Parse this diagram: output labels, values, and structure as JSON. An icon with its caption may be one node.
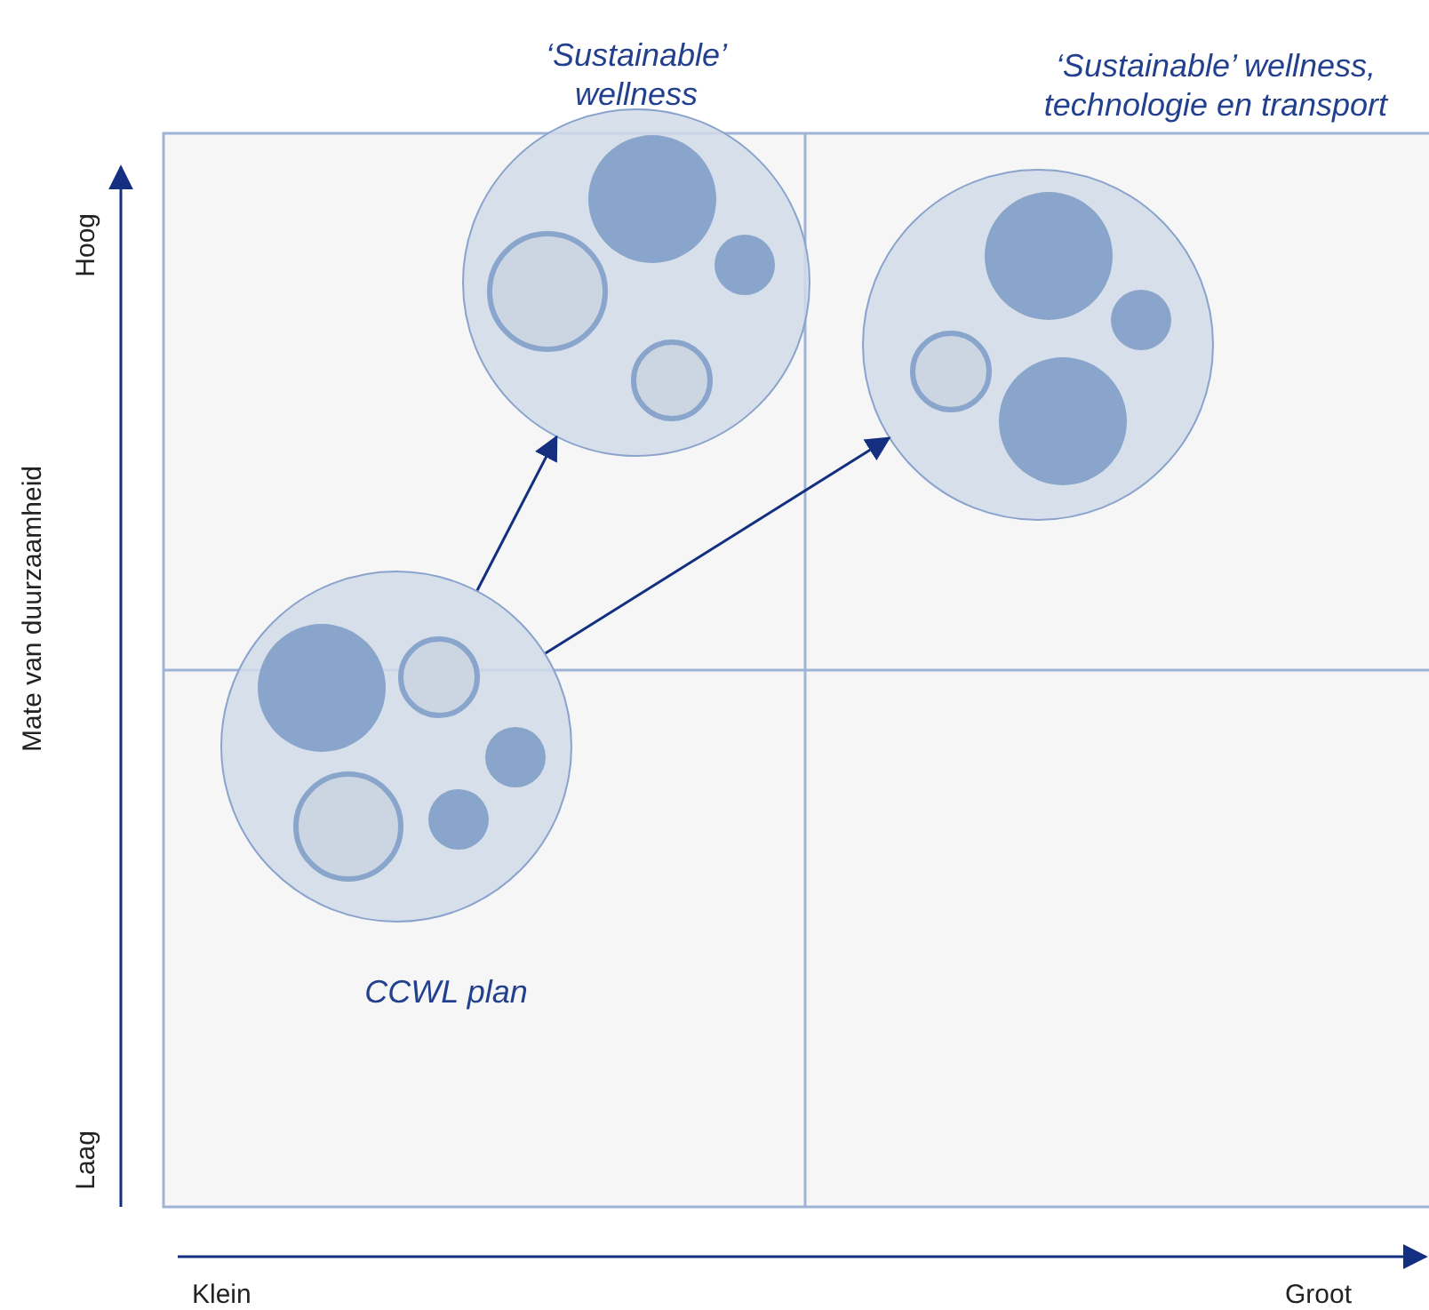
{
  "diagram": {
    "nodes": [
      {
        "text": [
          "‘Sustainable’ wellness"
        ]
      },
      {
        "text": [],
        "shape": "circle",
        "in": 0
      },
      {
        "text": [],
        "shape": "circle",
        "in": 0
      },
      {
        "text": [],
        "shape": "circle",
        "in": 0
      },
      {
        "text": [],
        "shape": "circle",
        "in": 0
      },
      {
        "text": [
          "‘Sustainable’ wellness, technologie en transport"
        ]
      },
      {
        "text": [],
        "shape": "circle",
        "in": 5
      },
      {
        "text": [],
        "shape": "circle",
        "in": 5
      },
      {
        "text": [],
        "shape": "circle",
        "in": 5
      },
      {
        "text": [],
        "shape": "circle",
        "in": 5
      },
      {
        "text": [
          "CCWL plan"
        ]
      },
      {
        "text": [],
        "shape": "circle",
        "in": 10
      },
      {
        "text": [],
        "shape": "circle",
        "in": 10
      },
      {
        "text": [],
        "shape": "circle",
        "in": 10
      },
      {
        "text": [],
        "shape": "circle",
        "in": 10
      },
      {
        "text": [],
        "shape": "circle",
        "in": 10
      }
    ],
    "edges": [
      {
        "from": 10,
        "to": 0,
        "arrow": "to"
      },
      {
        "from": 10,
        "to": 5,
        "arrow": "to"
      }
    ],
    "labels": [
      "Hoog",
      "Mate van duurzaamheid",
      "Laag",
      "Klein",
      "Groot"
    ]
  }
}
